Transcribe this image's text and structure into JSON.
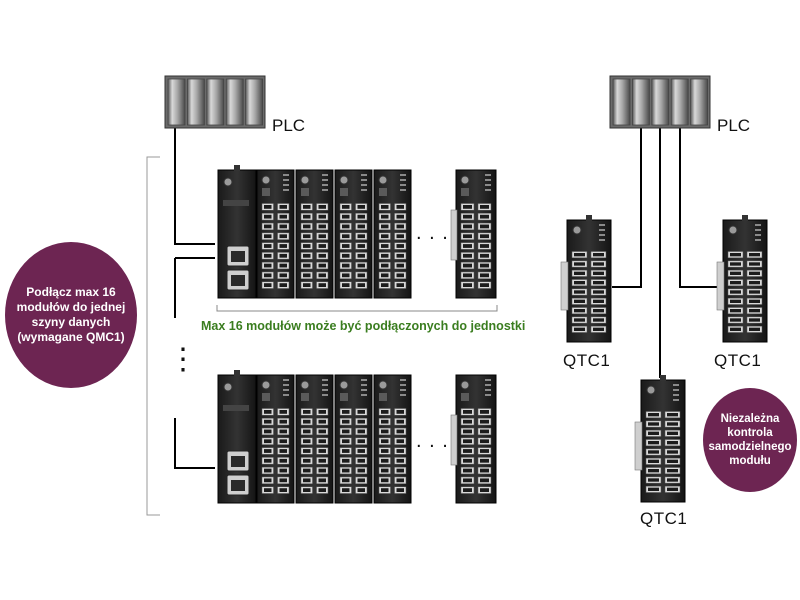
{
  "colors": {
    "bubble": "#6d2552",
    "note_text": "#3a7d1f",
    "module_body": "#2a2a2a",
    "plc_rack": "#9a9a9a",
    "wire": "#000000"
  },
  "labels": {
    "plc_left": "PLC",
    "plc_right": "PLC",
    "qtc_left": "QTC1",
    "qtc_right": "QTC1",
    "qtc_bottom": "QTC1",
    "note": "Max 16 modułów może być podłączonych do jednostki",
    "ellipsis_top": ". . .",
    "ellipsis_bottom": ". . .",
    "vertical_ellipsis": "⋮"
  },
  "bubble_left": {
    "lines": [
      "Podłącz max 16",
      "modułów do jednej",
      "szyny danych",
      "(wymagane QMC1)"
    ]
  },
  "bubble_right": {
    "lines": [
      "Niezależna",
      "kontrola",
      "samodzielnego",
      "modułu"
    ]
  },
  "icons": [
    "plc-rack-icon",
    "qmc1-module-icon",
    "qtc1-module-icon",
    "ethernet-port-icon"
  ]
}
